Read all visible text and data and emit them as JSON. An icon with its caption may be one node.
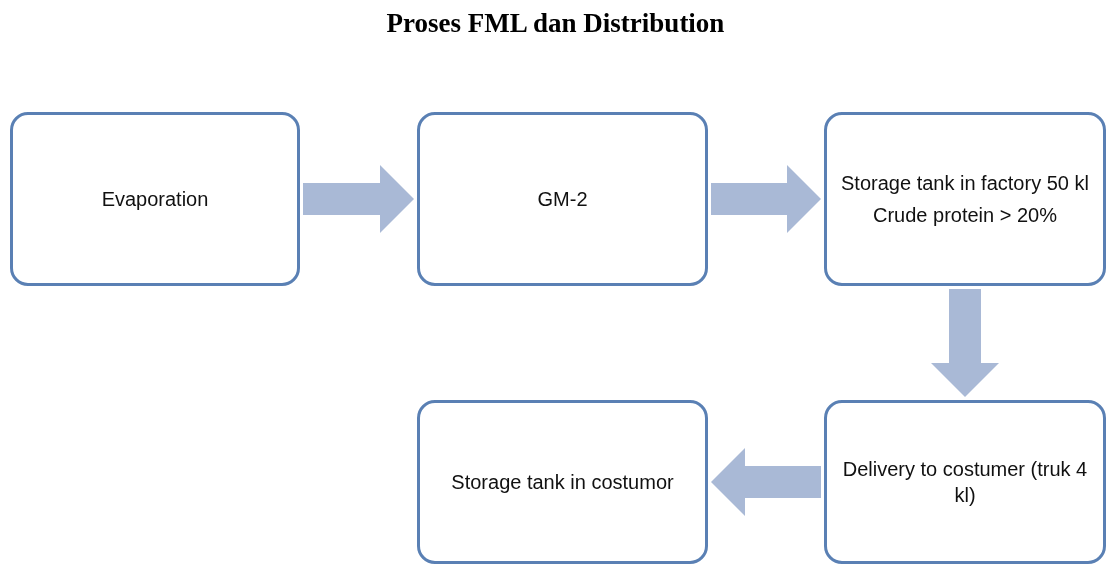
{
  "diagram": {
    "title": "Proses FML dan Distribution",
    "nodes": [
      {
        "text": [
          "Evaporation"
        ]
      },
      {
        "text": [
          "GM-2"
        ]
      },
      {
        "text": [
          "Storage tank in factory 50 kl",
          "Crude protein > 20%"
        ]
      },
      {
        "text": [
          "Storage tank in costumor"
        ]
      },
      {
        "text": [
          "Delivery to costumer (truk 4 kl)"
        ]
      }
    ],
    "edges": [
      {
        "from": 0,
        "to": 1,
        "arrow": "to"
      },
      {
        "from": 1,
        "to": 2,
        "arrow": "to"
      },
      {
        "from": 2,
        "to": 4,
        "arrow": "to"
      },
      {
        "from": 4,
        "to": 3,
        "arrow": "to"
      }
    ]
  }
}
